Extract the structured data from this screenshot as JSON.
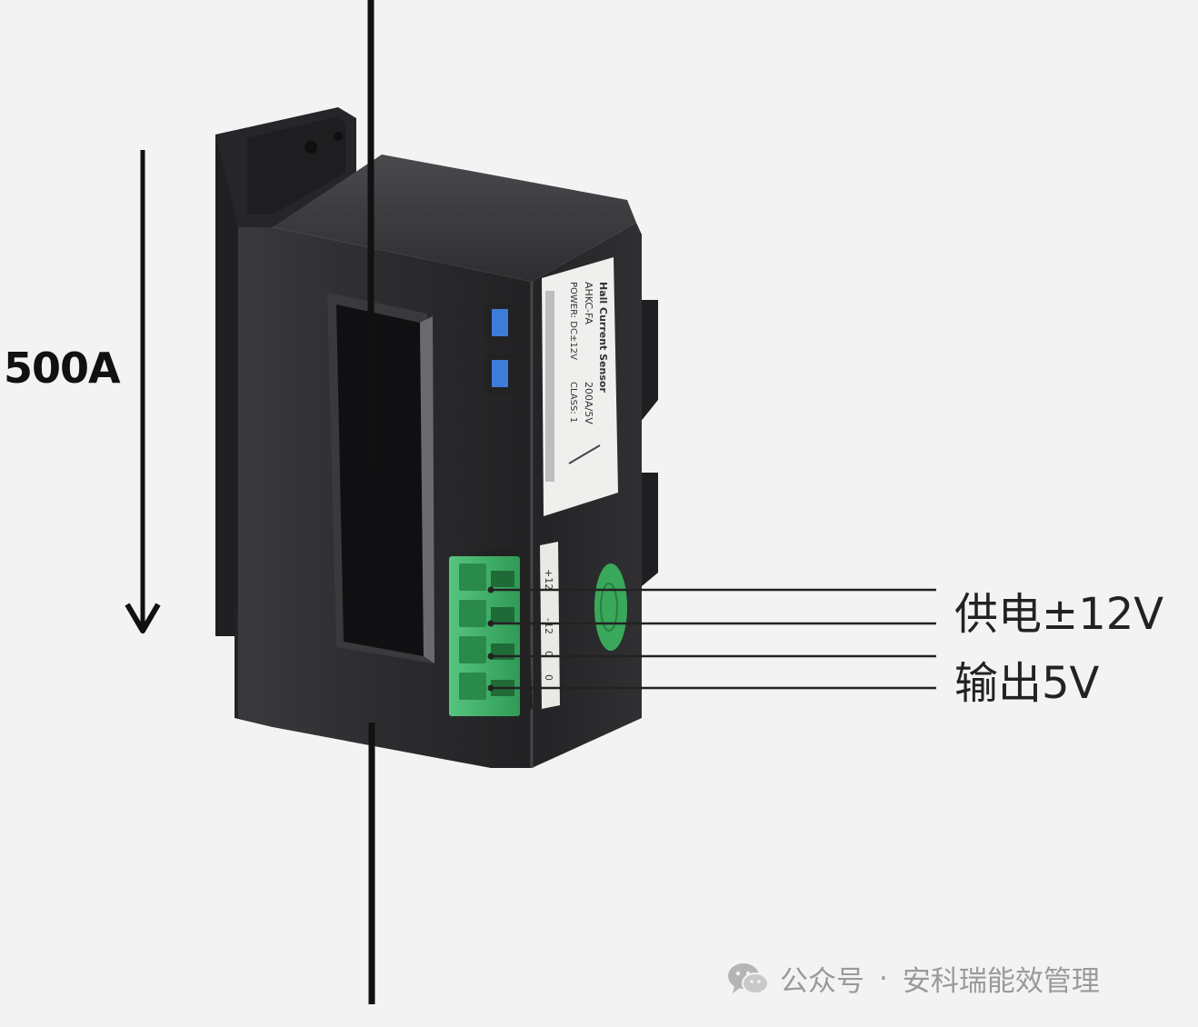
{
  "current_label": "500A",
  "callouts": {
    "power": "供电±12V",
    "output": "输出5V"
  },
  "product_label": {
    "title": "Hall Current Sensor",
    "model": "AHKC-FA",
    "rating": "200A/5V",
    "power": "POWER: DC±12V",
    "class": "CLASS: 1"
  },
  "terminal_labels": [
    "+12",
    "-12",
    "0",
    "0"
  ],
  "watermark": {
    "prefix": "公众号",
    "separator": "·",
    "account": "安科瑞能效管理"
  },
  "colors": {
    "background": "#f3f3f3",
    "housing": "#2b2b2d",
    "terminal": "#3fb36a",
    "arrow": "#111111",
    "callout_text": "#222222",
    "watermark": "#9a9a9a"
  },
  "icons": {
    "watermark": "wechat-icon"
  }
}
